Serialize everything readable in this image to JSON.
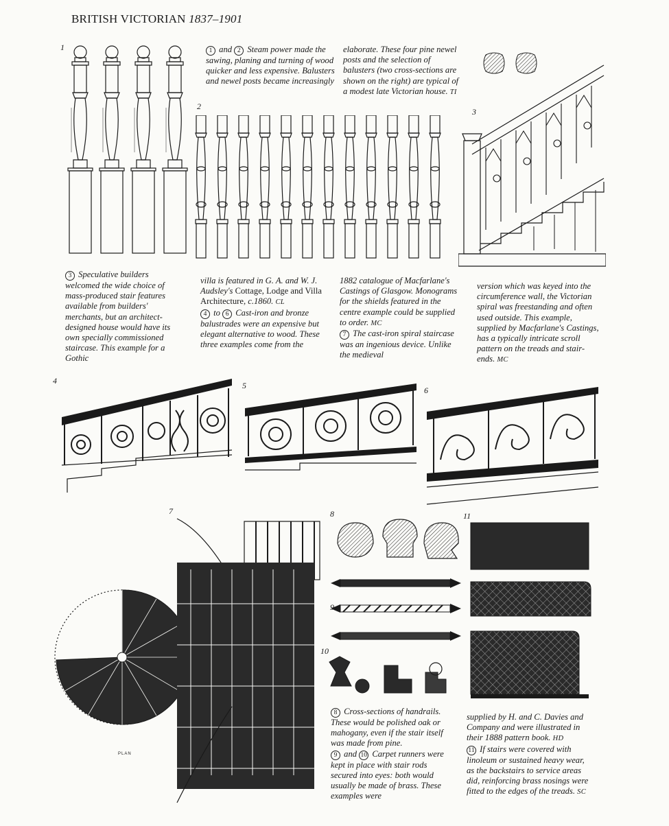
{
  "header": {
    "title": "BRITISH VICTORIAN",
    "years": "1837–1901"
  },
  "figure_numbers": [
    "1",
    "2",
    "3",
    "4",
    "5",
    "6",
    "7",
    "8",
    "9",
    "10",
    "11"
  ],
  "captions": {
    "fig1_2": {
      "refs": [
        "1",
        "2"
      ],
      "a": " and ",
      "b": " Steam power made the sawing, planing and turning of wood quicker and less expensive. Balusters and newel posts became increasingly"
    },
    "fig1_2_cont": {
      "text": "elaborate. These four pine newel posts and the selection of balusters (two cross-sections are shown on the right) are typical of a modest late Victorian house.",
      "credit": "TI"
    },
    "fig3": {
      "ref": "3",
      "text": " Speculative builders welcomed the wide choice of mass-produced stair features available from builders' merchants, but an architect-designed house would have its own specially commissioned staircase. This example for a Gothic"
    },
    "fig3_cont": {
      "text1": "villa is featured in G. A. and W. J. Audsley's ",
      "book": "Cottage, Lodge and Villa Architecture",
      "text2": ", c.1860.",
      "credit": "CL",
      "refs": [
        "4",
        "6"
      ],
      "to": " to ",
      "text3": " Cast-iron and bronze balustrades were an expensive but elegant alternative to wood. These three examples come from the"
    },
    "fig4_6_cont": {
      "text1": "1882 catalogue of Macfarlane's Castings of Glasgow. Monograms for the shields featured in the centre example could be supplied to order.",
      "credit1": "MC",
      "ref": "7",
      "text2": " The cast-iron spiral staircase was an ingenious device. Unlike the medieval"
    },
    "fig7_cont": {
      "text": "version which was keyed into the circumference wall, the Victorian spiral was freestanding and often used outside. This example, supplied by Macfarlane's Castings, has a typically intricate scroll pattern on the treads and stair-ends.",
      "credit": "MC"
    },
    "fig8_10": {
      "ref8": "8",
      "text8": " Cross-sections of handrails. These would be polished oak or mahogany, even if the stair itself was made from pine.",
      "refs910": [
        "9",
        "10"
      ],
      "and": " and ",
      "text910": " Carpet runners were kept in place with stair rods secured into eyes: both would usually be made of brass. These examples were"
    },
    "fig10_11_cont": {
      "text1": "supplied by H. and C. Davies and Company and were illustrated in their 1888 pattern book.",
      "credit1": "HD",
      "ref11": "11",
      "text2": " If stairs were covered with linoleum or sustained heavy wear, as the backstairs to service areas did, reinforcing brass nosings were fitted to the edges of the treads.",
      "credit2": "SC"
    }
  },
  "plan_label": "PLAN",
  "colors": {
    "ink": "#1a1a1a",
    "paper": "#fbfbf8"
  }
}
